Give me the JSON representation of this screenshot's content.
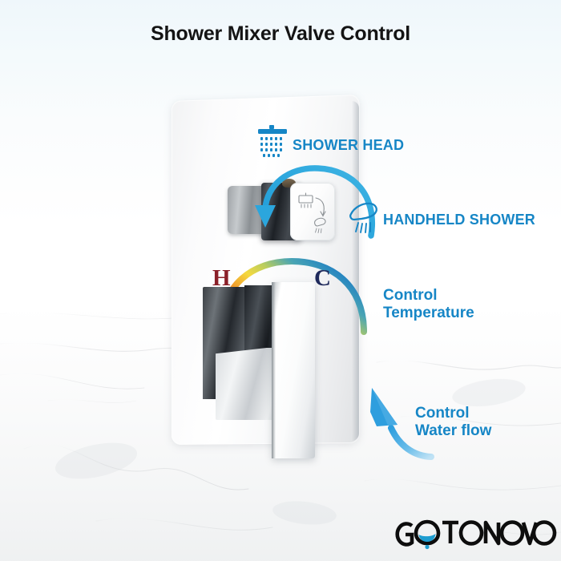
{
  "page": {
    "title": "Shower Mixer Valve Control",
    "background_top_color": "#eff7fb",
    "background_bottom_color": "#ffffff",
    "accent_color": "#1686c6"
  },
  "callouts": [
    {
      "id": "shower-head",
      "label": "SHOWER HEAD",
      "style": "uppercase",
      "icon": "rain-shower-head-icon",
      "color": "#1686c6"
    },
    {
      "id": "handheld-shower",
      "label": "HANDHELD SHOWER",
      "style": "uppercase",
      "icon": "handheld-shower-wand-icon",
      "color": "#1686c6"
    },
    {
      "id": "control-temperature",
      "label_line1": "Control",
      "label_line2": "Temperature",
      "style": "mixed-case",
      "color": "#1686c6"
    },
    {
      "id": "control-water-flow",
      "label_line1": "Control",
      "label_line2": "Water flow",
      "style": "mixed-case",
      "color": "#1686c6"
    }
  ],
  "temperature_markers": {
    "hot": {
      "letter": "H",
      "color": "#8b2029"
    },
    "cold": {
      "letter": "C",
      "color": "#1f2a5c"
    }
  },
  "temperature_arc": {
    "gradient_stops": [
      "#d93a1a",
      "#e8691d",
      "#f2a32b",
      "#f5d93f",
      "#9ec46b",
      "#3f9fb5",
      "#1f7fc4"
    ]
  },
  "arrows": {
    "diverter_arrow_color": "#2ba6dd",
    "water_flow_arrow_color": "#2e9ede"
  },
  "product": {
    "plate_name": "shower-mixer-valve-plate",
    "diverter_name": "diverter-button",
    "lever_name": "mixer-lever-handle",
    "diverter_plate_icons": [
      "shower-head-glyph",
      "handheld-shower-glyph"
    ]
  },
  "brand": {
    "name": "GOTONOVO",
    "droplet_color": "#1e9dd0",
    "text_color": "#0d0d0d"
  }
}
